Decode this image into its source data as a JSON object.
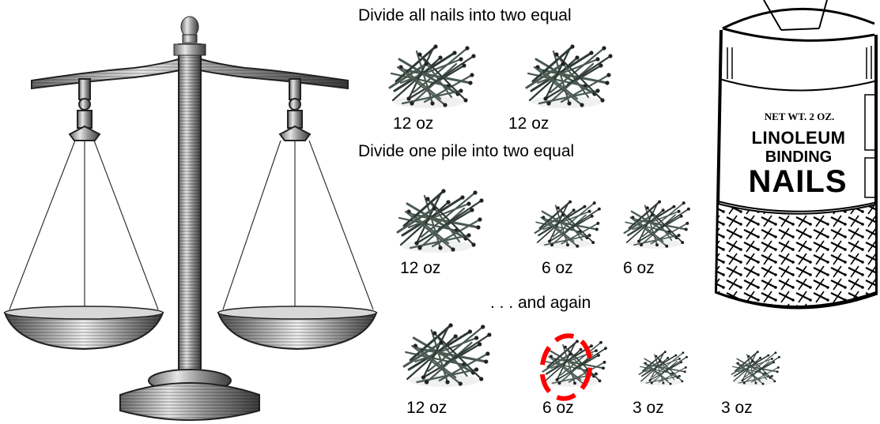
{
  "steps": [
    {
      "text": "Divide all nails into two equal"
    },
    {
      "text": "Divide one pile into two equal"
    },
    {
      "text": ". . . and again"
    }
  ],
  "rows": [
    {
      "weights": [
        "12 oz",
        "12 oz"
      ]
    },
    {
      "weights": [
        "12 oz",
        "6 oz",
        "6 oz"
      ]
    },
    {
      "weights": [
        "12 oz",
        "6 oz",
        "3 oz",
        "3 oz"
      ]
    }
  ],
  "can": {
    "net_wt": "NET WT. 2 OZ.",
    "line1": "LINOLEUM",
    "line2": "BINDING",
    "line3": "NAILS"
  },
  "colors": {
    "highlight": "#ff0000",
    "nail": "#4a5a52"
  },
  "icons": {
    "balance": "balance-scale-icon",
    "nail_pile": "nail-pile-icon",
    "can": "nail-can-icon"
  }
}
